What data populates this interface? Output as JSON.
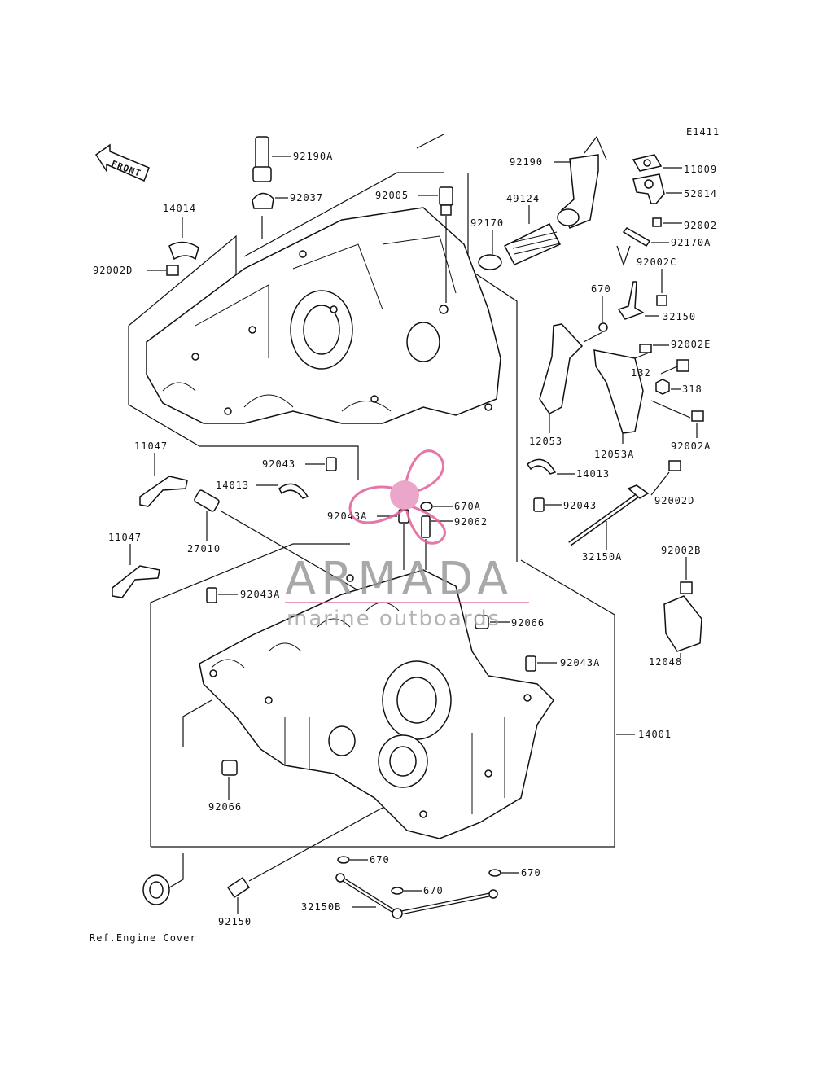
{
  "diagram_code": "E1411",
  "front_label": "FRONT",
  "ref_label": "Ref.Engine Cover",
  "watermark": {
    "brand": "ARMADA",
    "tagline": "marine outboards",
    "accent_color": "#e0609a"
  },
  "callouts": [
    "92190A",
    "92037",
    "92005",
    "92190",
    "49124",
    "92170",
    "11009",
    "52014",
    "92002",
    "92170A",
    "92002C",
    "14014",
    "92002D",
    "670",
    "32150",
    "92002E",
    "132",
    "318",
    "12053",
    "12053A",
    "92002A",
    "11047",
    "92043",
    "14013",
    "14013",
    "92043",
    "92002D",
    "27010",
    "92043A",
    "670A",
    "92062",
    "11047",
    "32150A",
    "92002B",
    "92043A",
    "92066",
    "92043A",
    "12048",
    "14001",
    "92066",
    "670",
    "670",
    "670",
    "32150B",
    "92150"
  ]
}
